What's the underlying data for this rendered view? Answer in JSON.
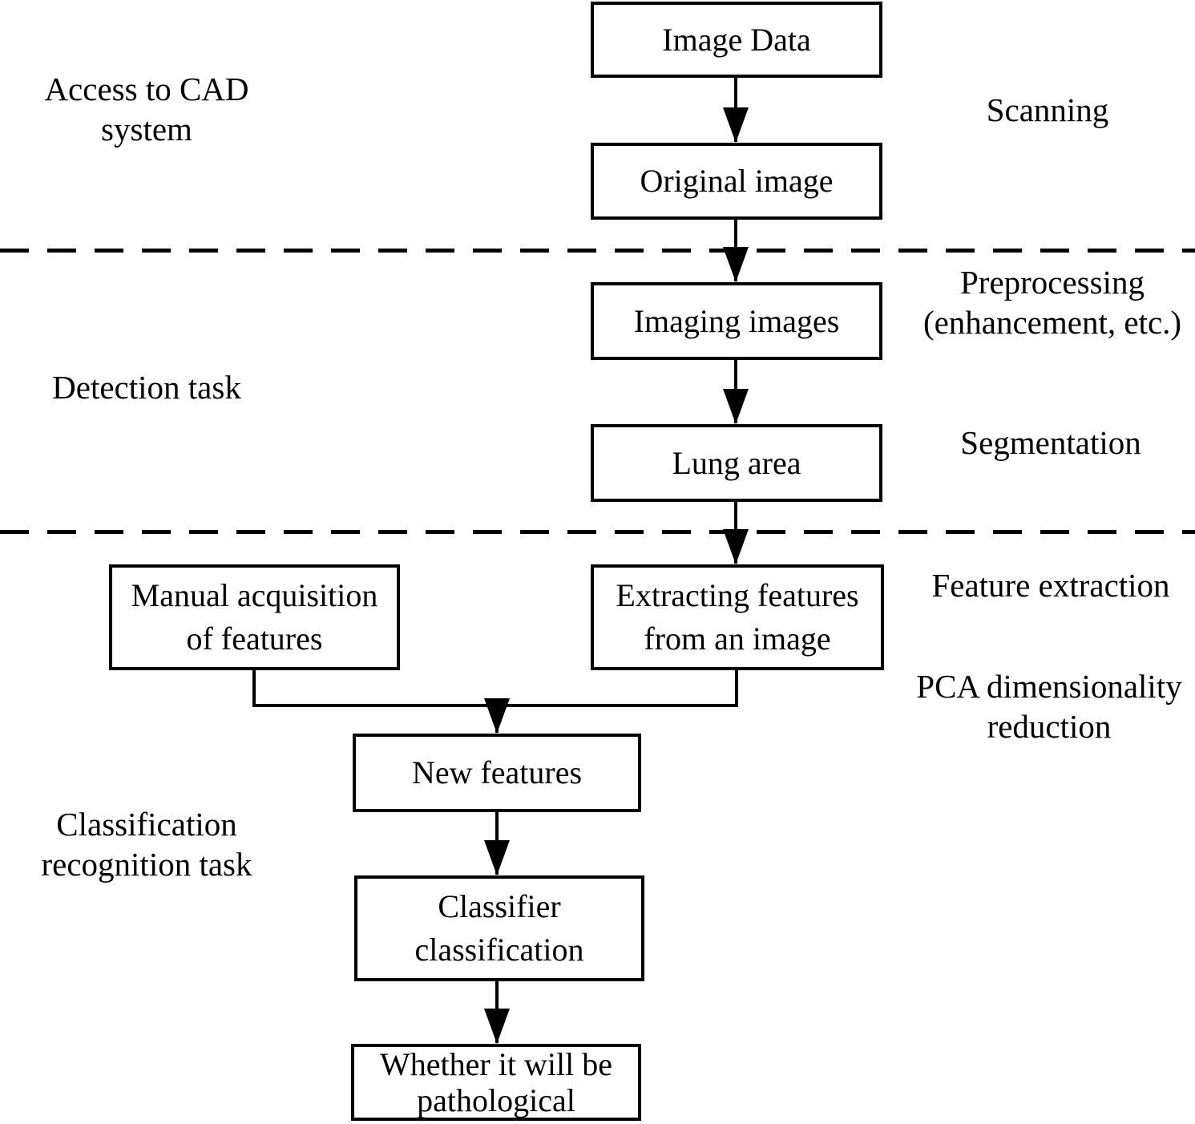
{
  "diagram": {
    "boxes": {
      "image_data": {
        "lines": [
          "Image Data"
        ]
      },
      "original_image": {
        "lines": [
          "Original image"
        ]
      },
      "imaging_images": {
        "lines": [
          "Imaging images"
        ]
      },
      "lung_area": {
        "lines": [
          "Lung area"
        ]
      },
      "extracting_features": {
        "lines": [
          "Extracting features",
          "from an image"
        ]
      },
      "manual_acquisition": {
        "lines": [
          "Manual acquisition",
          "of features"
        ]
      },
      "new_features": {
        "lines": [
          "New features"
        ]
      },
      "classifier_classification": {
        "lines": [
          "Classifier",
          "classification"
        ]
      },
      "whether_pathological": {
        "lines": [
          "Whether it will be",
          "pathological"
        ]
      }
    },
    "stage_labels_left": {
      "access_cad": {
        "lines": [
          "Access to CAD",
          "system"
        ]
      },
      "detection_task": {
        "lines": [
          "Detection task"
        ]
      },
      "classification_task": {
        "lines": [
          "Classification",
          "recognition task"
        ]
      }
    },
    "stage_labels_right": {
      "scanning": {
        "lines": [
          "Scanning"
        ]
      },
      "preprocessing": {
        "lines": [
          "Preprocessing",
          "(enhancement, etc.)"
        ]
      },
      "segmentation": {
        "lines": [
          "Segmentation"
        ]
      },
      "feature_extraction": {
        "lines": [
          "Feature extraction"
        ]
      },
      "pca_reduction": {
        "lines": [
          "PCA dimensionality",
          "reduction"
        ]
      }
    },
    "colors": {
      "line": "#000000",
      "background": "#ffffff",
      "box_fill": "#ffffff",
      "text": "#000000"
    }
  }
}
